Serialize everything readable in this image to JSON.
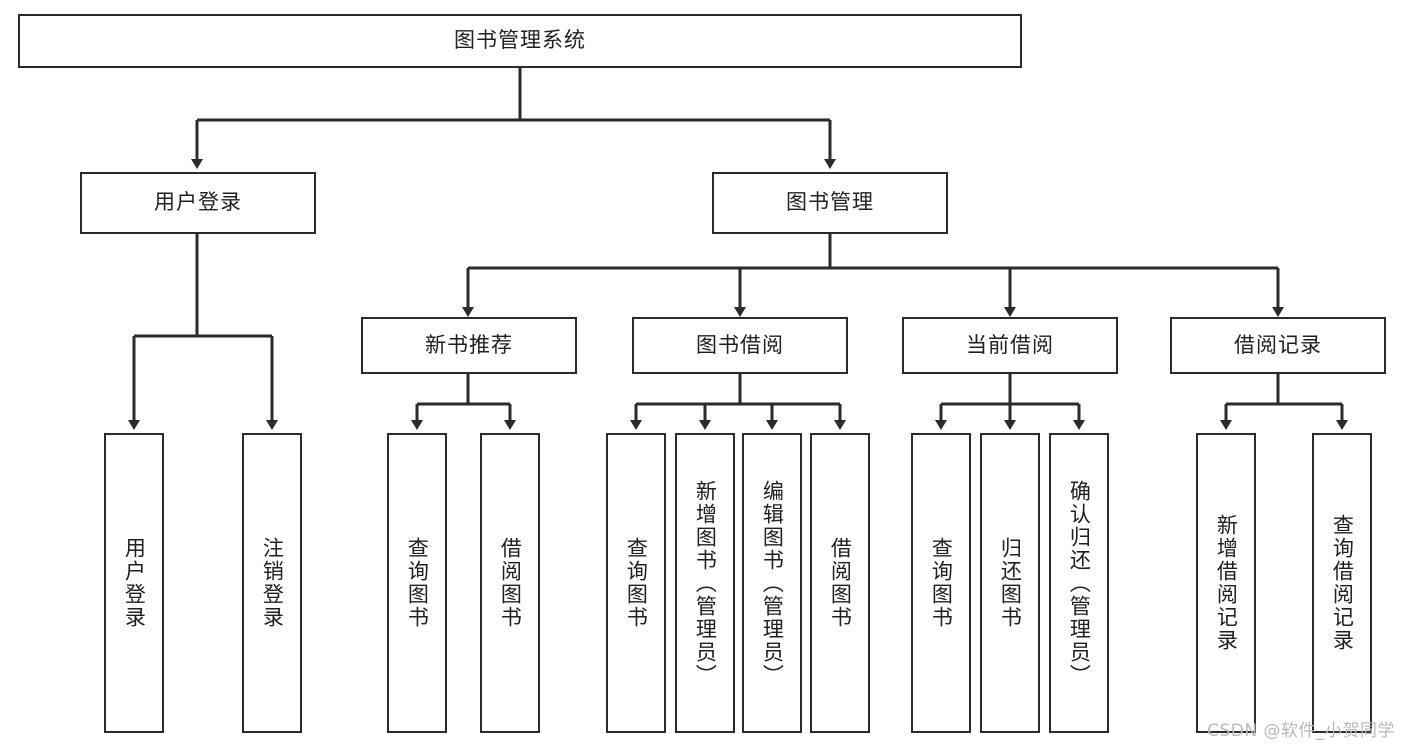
{
  "diagram": {
    "title": "图书管理系统",
    "watermark": "CSDN @软件_小贺同学",
    "colors": {
      "background": "#ffffff",
      "stroke": "#2b2b2b",
      "text": "#20201f",
      "watermark": "#b9b9b9"
    },
    "root": {
      "label": "图书管理系统"
    },
    "level2": [
      {
        "label": "用户登录"
      },
      {
        "label": "图书管理"
      }
    ],
    "level3": [
      {
        "label": "新书推荐"
      },
      {
        "label": "图书借阅"
      },
      {
        "label": "当前借阅"
      },
      {
        "label": "借阅记录"
      }
    ],
    "leaves": [
      {
        "label": "用户登录"
      },
      {
        "label": "注销登录"
      },
      {
        "label": "查询图书"
      },
      {
        "label": "借阅图书"
      },
      {
        "label": "查询图书"
      },
      {
        "label": "新增图书（管理员）"
      },
      {
        "label": "编辑图书（管理员）"
      },
      {
        "label": "借阅图书"
      },
      {
        "label": "查询图书"
      },
      {
        "label": "归还图书"
      },
      {
        "label": "确认归还（管理员）"
      },
      {
        "label": "新增借阅记录"
      },
      {
        "label": "查询借阅记录"
      }
    ]
  }
}
